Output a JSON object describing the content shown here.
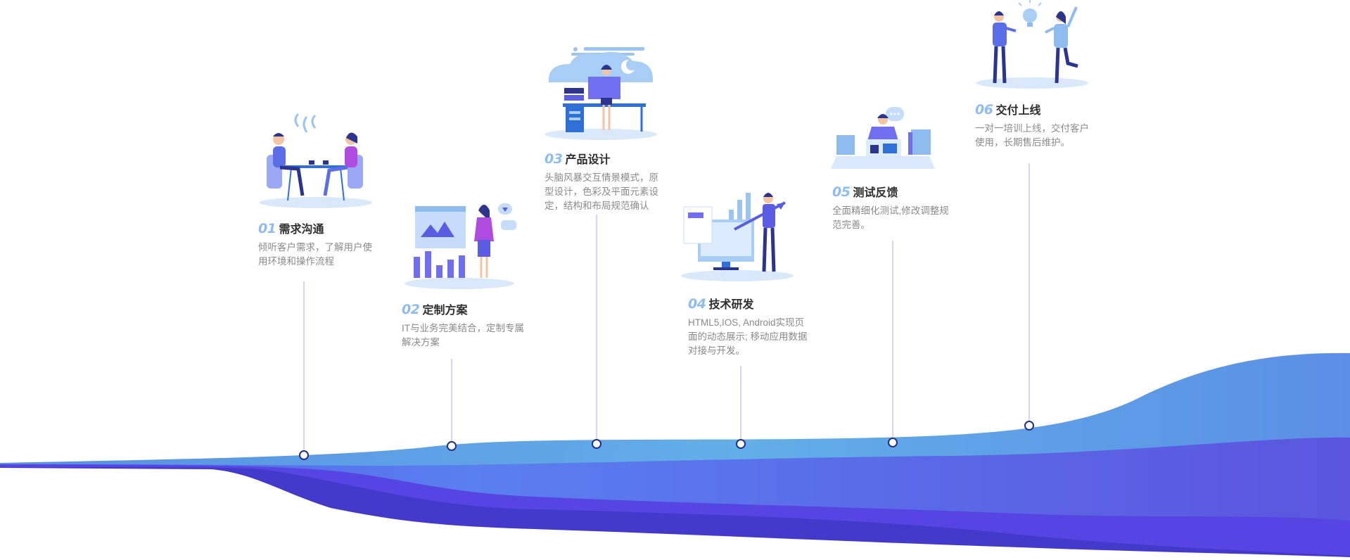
{
  "steps": [
    {
      "num": "01",
      "name": "需求沟通",
      "desc": "倾听客户需求，了解用户使用环境和操作流程",
      "icon": "meeting-illustration"
    },
    {
      "num": "02",
      "name": "定制方案",
      "desc": "IT与业务完美结合，定制专属解决方案",
      "icon": "presentation-illustration"
    },
    {
      "num": "03",
      "name": "产品设计",
      "desc": "头脑风暴交互情景模式，原型设计，色彩及平面元素设定，结构和布局规范确认",
      "icon": "designer-desk-illustration"
    },
    {
      "num": "04",
      "name": "技术研发",
      "desc": "HTML5,IOS, Android实现页面的动态展示; 移动应用数据对接与开发。",
      "icon": "developer-illustration"
    },
    {
      "num": "05",
      "name": "测试反馈",
      "desc": "全面精细化测试,修改调整规范完善。",
      "icon": "tester-illustration"
    },
    {
      "num": "06",
      "name": "交付上线",
      "desc": "一对一培训上线，交付客户使用，长期售后维护。",
      "icon": "handover-illustration"
    }
  ],
  "colors": {
    "wave_light": "#5b8fe6",
    "wave_sky": "#62aee8",
    "wave_violet": "#5b4fe0",
    "wave_deep": "#3d3bd0",
    "line": "#c8c6ef",
    "node": "#1f2f8a",
    "number": "#8fbcee"
  }
}
